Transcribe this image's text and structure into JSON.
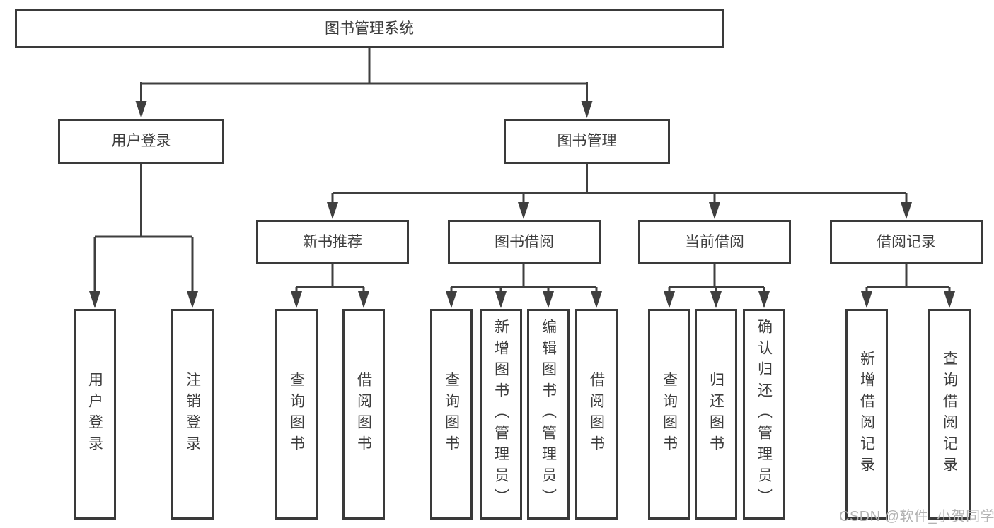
{
  "diagram": {
    "root": "图书管理系统",
    "login": {
      "label": "用户登录",
      "children": [
        "用户登录",
        "注销登录"
      ]
    },
    "management": {
      "label": "图书管理",
      "sections": [
        {
          "label": "新书推荐",
          "children": [
            "查询图书",
            "借阅图书"
          ]
        },
        {
          "label": "图书借阅",
          "children": [
            "查询图书",
            "新增图书（管理员）",
            "编辑图书（管理员）",
            "借阅图书"
          ]
        },
        {
          "label": "当前借阅",
          "children": [
            "查询图书",
            "归还图书",
            "确认归还（管理员）"
          ]
        },
        {
          "label": "借阅记录",
          "children": [
            "新增借阅记录",
            "查询借阅记录"
          ]
        }
      ]
    }
  },
  "watermark": "CSDN @软件_小贺同学",
  "colors": {
    "line": "#3f3f3f",
    "box_border": "#3a3a3a",
    "text": "#3d3d3d",
    "watermark_text": "#b3b3b3",
    "background": "#ffffff"
  }
}
